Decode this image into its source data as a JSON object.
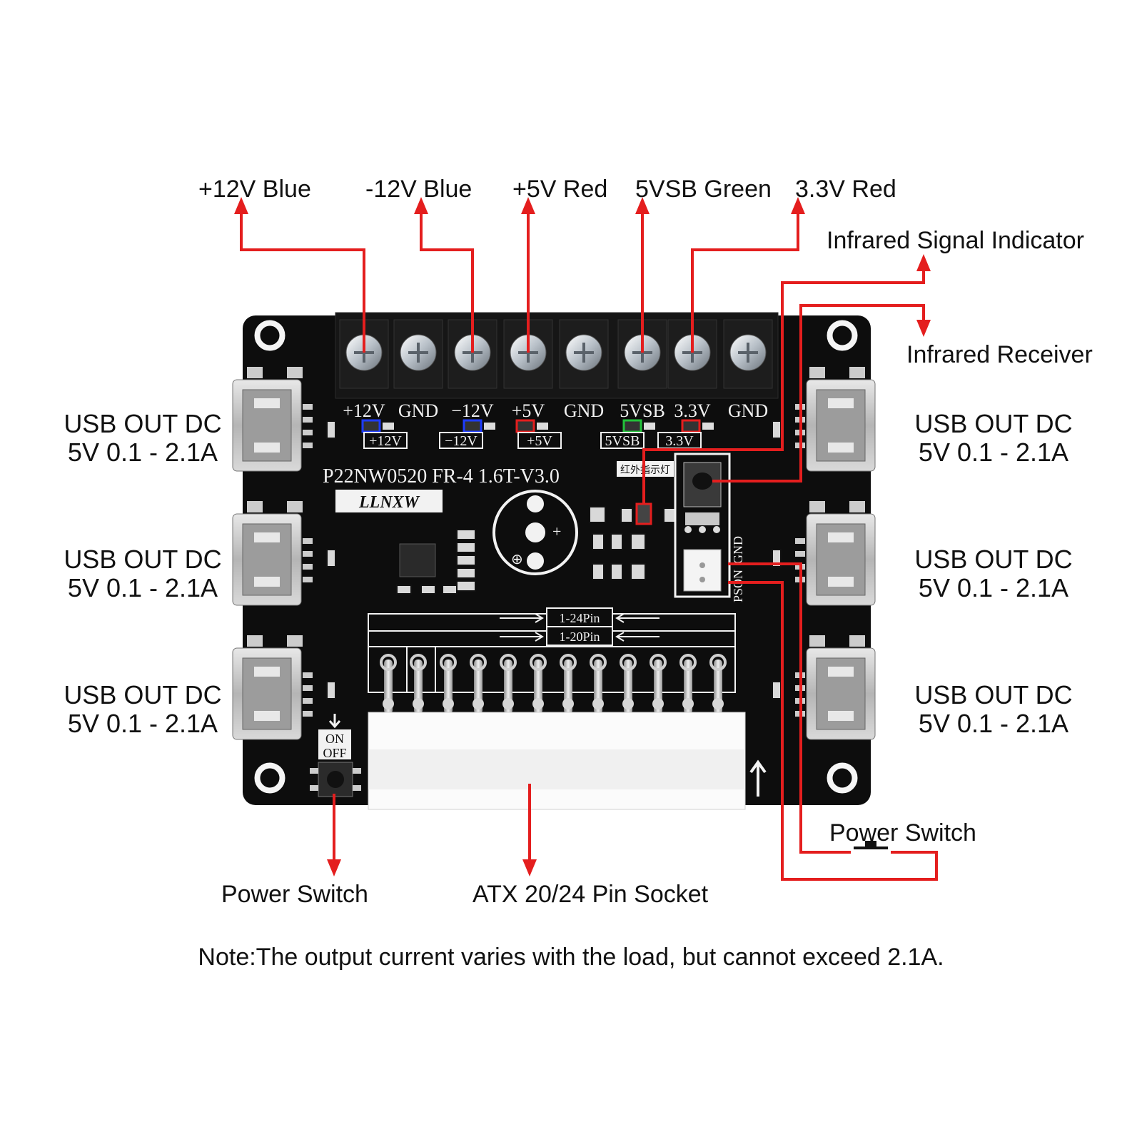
{
  "callouts": {
    "p12v_blue": "+12V Blue",
    "m12v_blue": "-12V Blue",
    "p5v_red": "+5V Red",
    "vsb_green": "5VSB Green",
    "v33_red": "3.3V Red",
    "ir_indicator": "Infrared Signal Indicator",
    "ir_receiver": "Infrared Receiver",
    "power_switch_right": "Power Switch",
    "power_switch_left": "Power Switch",
    "atx_socket": "ATX 20/24 Pin Socket"
  },
  "usb_label": {
    "line1": "USB OUT DC",
    "line2": "5V 0.1 - 2.1A"
  },
  "board": {
    "model": "P22NW0520  FR-4  1.6T-V3.0",
    "brand": "LLNXW",
    "terminal_labels": [
      "+12V",
      "GND",
      "−12V",
      "+5V",
      "GND",
      "5VSB",
      "3.3V",
      "GND"
    ],
    "led_labels": [
      "+12V",
      "−12V",
      "+5V",
      "5VSB",
      "3.3V"
    ],
    "ir_tag": "红外指示灯",
    "connector_labels": [
      "PSON",
      "GND"
    ],
    "pin_24": "1-24Pin",
    "pin_20": "1-20Pin",
    "switch_on": "ON",
    "switch_off": "OFF"
  },
  "colors": {
    "pcb": "#0d0d0d",
    "arrow": "#e41e1e",
    "led_blue": "#1e3cff",
    "led_red": "#e41e1e",
    "led_green": "#22c23a",
    "silk": "#f2f2f2"
  },
  "note": "Note:The output current varies with the load, but cannot exceed 2.1A."
}
